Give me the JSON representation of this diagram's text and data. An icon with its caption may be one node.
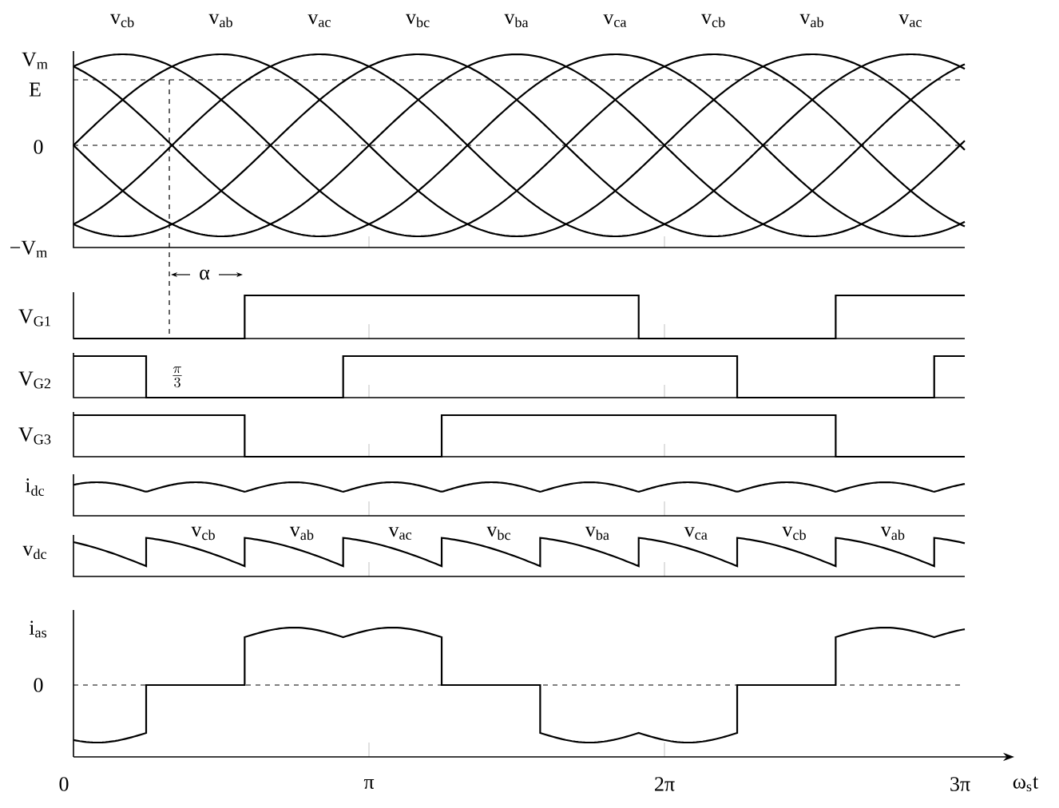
{
  "diagram": {
    "labels": [
      "v$_{cb}$",
      "v$_{ab}$",
      "v$_{ac}$",
      "v$_{bc}$",
      "v$_{ba}$",
      "v$_{ca}$",
      "v$_{cb}$",
      "v$_{ab}$",
      "v$_{ac}$",
      "V$_{m}$",
      "E",
      "0",
      "−V$_{m}$",
      "α",
      "V$_{G1}$",
      "V$_{G2}$",
      "\\frac{\\pi}{3}",
      "V$_{G3}$",
      "i$_{dc}$",
      "v$_{dc}$",
      "v$_{cb}$",
      "v$_{ab}$",
      "v$_{ac}$",
      "v$_{bc}$",
      "v$_{ba}$",
      "v$_{ca}$",
      "v$_{cb}$",
      "v$_{ab}$",
      "i$_{as}$",
      "0",
      "0",
      "π",
      "2π",
      "3π",
      "ω$_{s}$t"
    ]
  }
}
